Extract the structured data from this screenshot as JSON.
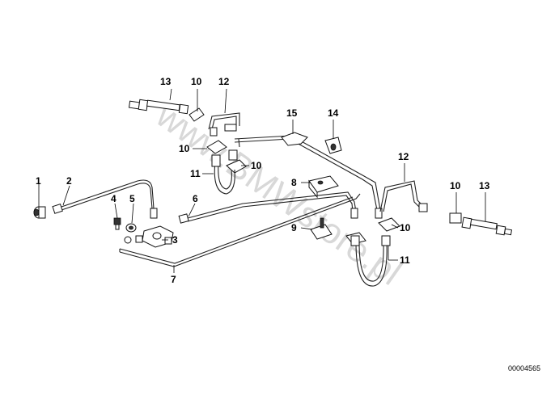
{
  "watermark": "www.BMWstore.pl",
  "diagram_number": "00004565",
  "callouts": {
    "c1": "1",
    "c2": "2",
    "c3": "3",
    "c4": "4",
    "c5": "5",
    "c6": "6",
    "c7": "7",
    "c8": "8",
    "c9": "9",
    "c10_a": "10",
    "c10_b": "10",
    "c10_c": "10",
    "c10_d": "10",
    "c10_e": "10",
    "c11_a": "11",
    "c11_b": "11",
    "c12_a": "12",
    "c12_b": "12",
    "c13_a": "13",
    "c13_b": "13",
    "c14": "14",
    "c15": "15"
  }
}
